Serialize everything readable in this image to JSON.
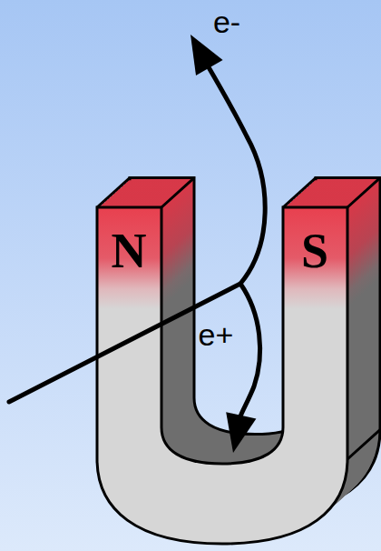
{
  "diagram": {
    "labels": [
      "e-",
      "N",
      "S",
      "e+"
    ]
  }
}
